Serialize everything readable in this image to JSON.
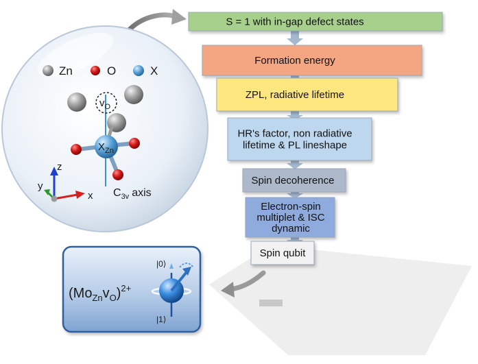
{
  "legend": {
    "zn": "Zn",
    "o": "O",
    "x": "X"
  },
  "atoms": {
    "vacancy": "v",
    "vacancy_sub": "O",
    "center": "X",
    "center_sub": "Zn"
  },
  "axis": {
    "z": "z",
    "y": "y",
    "x": "x",
    "c3v_main": "C",
    "c3v_sub": "3v",
    "c3v_suffix": "axis"
  },
  "steps": [
    {
      "lines": [
        "S = 1 with in-gap defect states"
      ],
      "color": "#a8d08d"
    },
    {
      "lines": [
        "Formation energy"
      ],
      "color": "#f4a582"
    },
    {
      "lines": [
        "ZPL,  radiative lifetime"
      ],
      "color": "#ffe780"
    },
    {
      "lines": [
        "HR's factor,  non radiative",
        "lifetime & PL lineshape"
      ],
      "color": "#bdd7ee"
    },
    {
      "lines": [
        "Spin decoherence"
      ],
      "color": "#adb9ca"
    },
    {
      "lines": [
        "Electron-spin",
        "multiplet & ISC",
        "dynamic"
      ],
      "color": "#8faadc"
    },
    {
      "lines": [
        "Spin qubit"
      ],
      "color": "#f2f2f2"
    }
  ],
  "qubit": {
    "formula_main": "(Mo",
    "formula_sub1": "Zn",
    "formula_v": "v",
    "formula_sub2": "O",
    "formula_close": ")",
    "formula_charge": "2+",
    "ket0": "|0⟩",
    "ket1": "|1⟩"
  },
  "colors": {
    "zn_atom": "#8c8c8c",
    "o_atom": "#cc1111",
    "x_atom": "#5ba3d9",
    "panel": "#4f7fb8"
  }
}
